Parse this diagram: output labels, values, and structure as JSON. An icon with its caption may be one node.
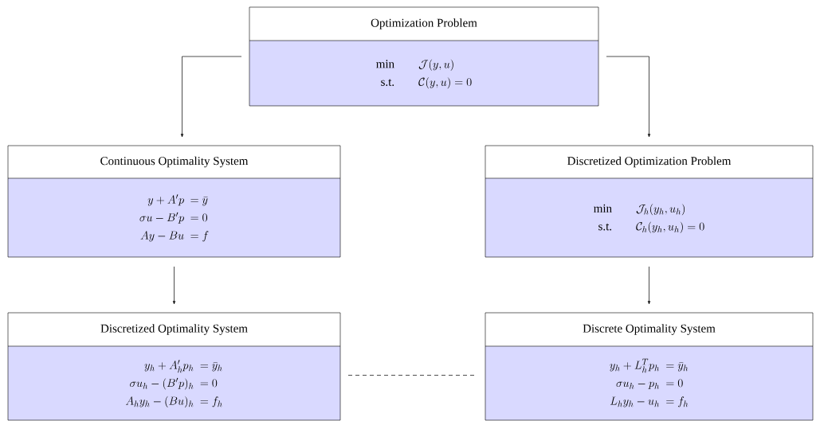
{
  "diagram": {
    "nodes": [
      {
        "text": [
          "Optimization Problem",
          "\\begin{array}{r@{\\qquad}l}\\min & \\mathcal{J}(y,u)\\\\ \\text{s.t.} & \\mathcal{C}(y,u)=0\\end{array}"
        ]
      },
      {
        "text": [
          "Continuous Optimality System",
          "\\begin{array}{r@{\\ \\ }l}y+A'p & =\\bar{y}\\\\ \\sigma u-B'p & =0\\\\ Ay-Bu & =f\\end{array}"
        ]
      },
      {
        "text": [
          "Discretized Optimization Problem",
          "\\begin{array}{r@{\\qquad}l}\\min & \\mathcal{J}_h(y_h,u_h)\\\\ \\text{s.t.} & \\mathcal{C}_h(y_h,u_h)=0\\end{array}"
        ]
      },
      {
        "text": [
          "Discretized Optimality System",
          "\\begin{array}{r@{\\ \\ }l}y_h+A_h'p_h & =\\bar{y}_h\\\\ \\sigma u_h-(B'p)_h & =0\\\\ A_hy_h-(Bu)_h & =f_h\\end{array}"
        ]
      },
      {
        "text": [
          "Discrete Optimality System",
          "\\begin{array}{r@{\\ \\ }l}y_h+L_h^Tp_h & =\\bar{y}_h\\\\ \\sigma u_h-p_h & =0\\\\ L_hy_h-u_h & =f_h\\end{array}"
        ]
      }
    ],
    "edges": [
      {
        "from": 0,
        "to": 1,
        "arrow": "to"
      },
      {
        "from": 0,
        "to": 2,
        "arrow": "to"
      },
      {
        "from": 1,
        "to": 3,
        "arrow": "to"
      },
      {
        "from": 2,
        "to": 4,
        "arrow": "to"
      },
      {
        "from": 3,
        "to": 4,
        "arrow": "none",
        "style": "dashed"
      }
    ]
  }
}
